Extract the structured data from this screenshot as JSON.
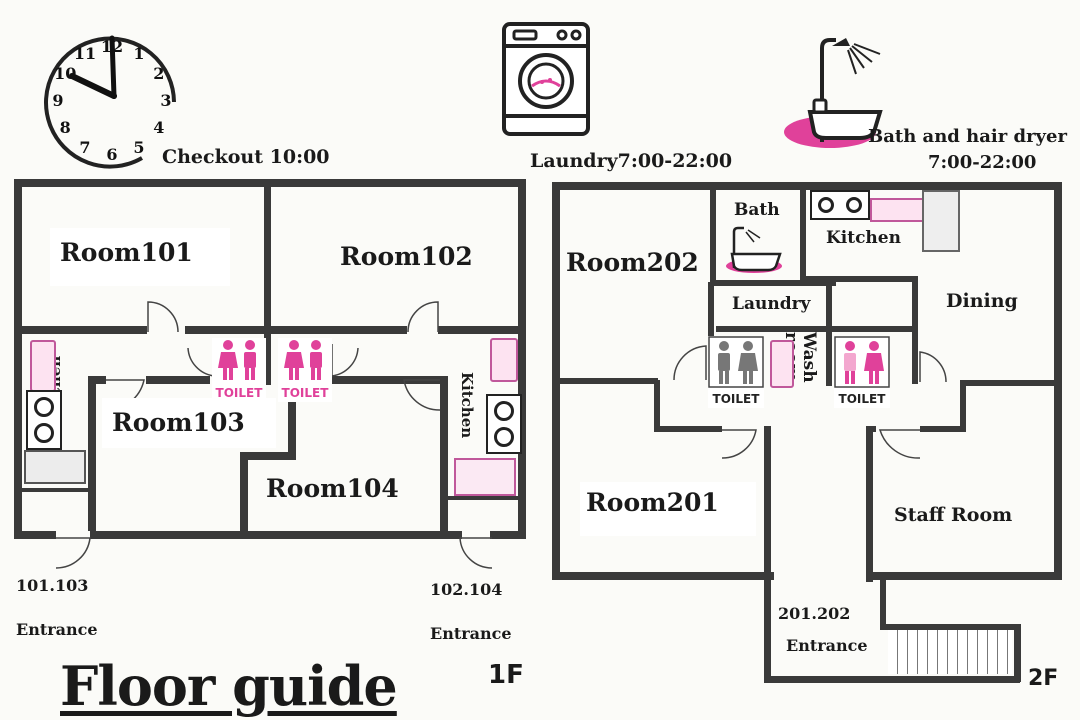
{
  "title": "Floor guide",
  "checkout": "Checkout 10:00",
  "laundry_hours": "Laundry7:00-22:00",
  "bath_hours_line1": "Bath and hair dryer",
  "bath_hours_line2": "7:00-22:00",
  "clock_numbers": [
    "12",
    "1",
    "2",
    "3",
    "4",
    "5",
    "6",
    "7",
    "8",
    "9",
    "10",
    "11"
  ],
  "floor1": {
    "label": "1F",
    "rooms": {
      "r101": "Room101",
      "r102": "Room102",
      "r103": "Room103",
      "r104": "Room104"
    },
    "kitchen_left": "Kitchen",
    "kitchen_right": "Kitchen",
    "toilet_a": "TOILET",
    "toilet_b": "TOILET",
    "entrance_left_num": "101.103",
    "entrance_left": "Entrance",
    "entrance_right_num": "102.104",
    "entrance_right": "Entrance"
  },
  "floor2": {
    "label": "2F",
    "rooms": {
      "r202": "Room202",
      "r201": "Room201"
    },
    "bath": "Bath",
    "kitchen": "Kitchen",
    "laundry": "Laundry",
    "dining": "Dining",
    "washroom": "Wash room",
    "toilet_a": "TOILET",
    "toilet_b": "TOILET",
    "staff": "Staff Room",
    "entrance_num": "201.202",
    "entrance": "Entrance"
  },
  "colors": {
    "accent": "#e0419a",
    "wall": "#3a3a3a",
    "gray": "#8a8a8a"
  }
}
